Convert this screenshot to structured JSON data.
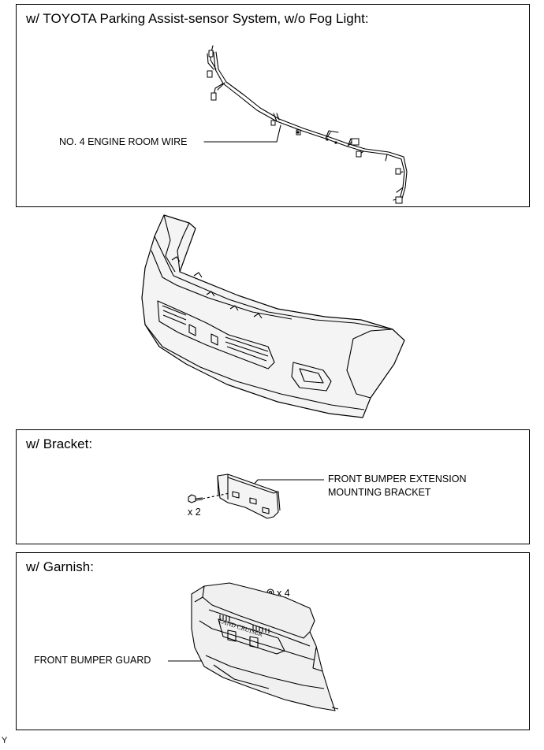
{
  "panels": {
    "wire": {
      "title": "w/ TOYOTA Parking Assist-sensor System, w/o Fog Light:",
      "label": "NO. 4 ENGINE ROOM WIRE"
    },
    "bracket": {
      "title": "w/ Bracket:",
      "label_line1": "FRONT BUMPER EXTENSION",
      "label_line2": "MOUNTING BRACKET",
      "qty": "x 2"
    },
    "garnish": {
      "title": "w/ Garnish:",
      "label": "FRONT BUMPER GUARD",
      "qty": "x 4",
      "embossed_text": "LAND CRUISER"
    }
  },
  "footer": {
    "code": "Y"
  }
}
